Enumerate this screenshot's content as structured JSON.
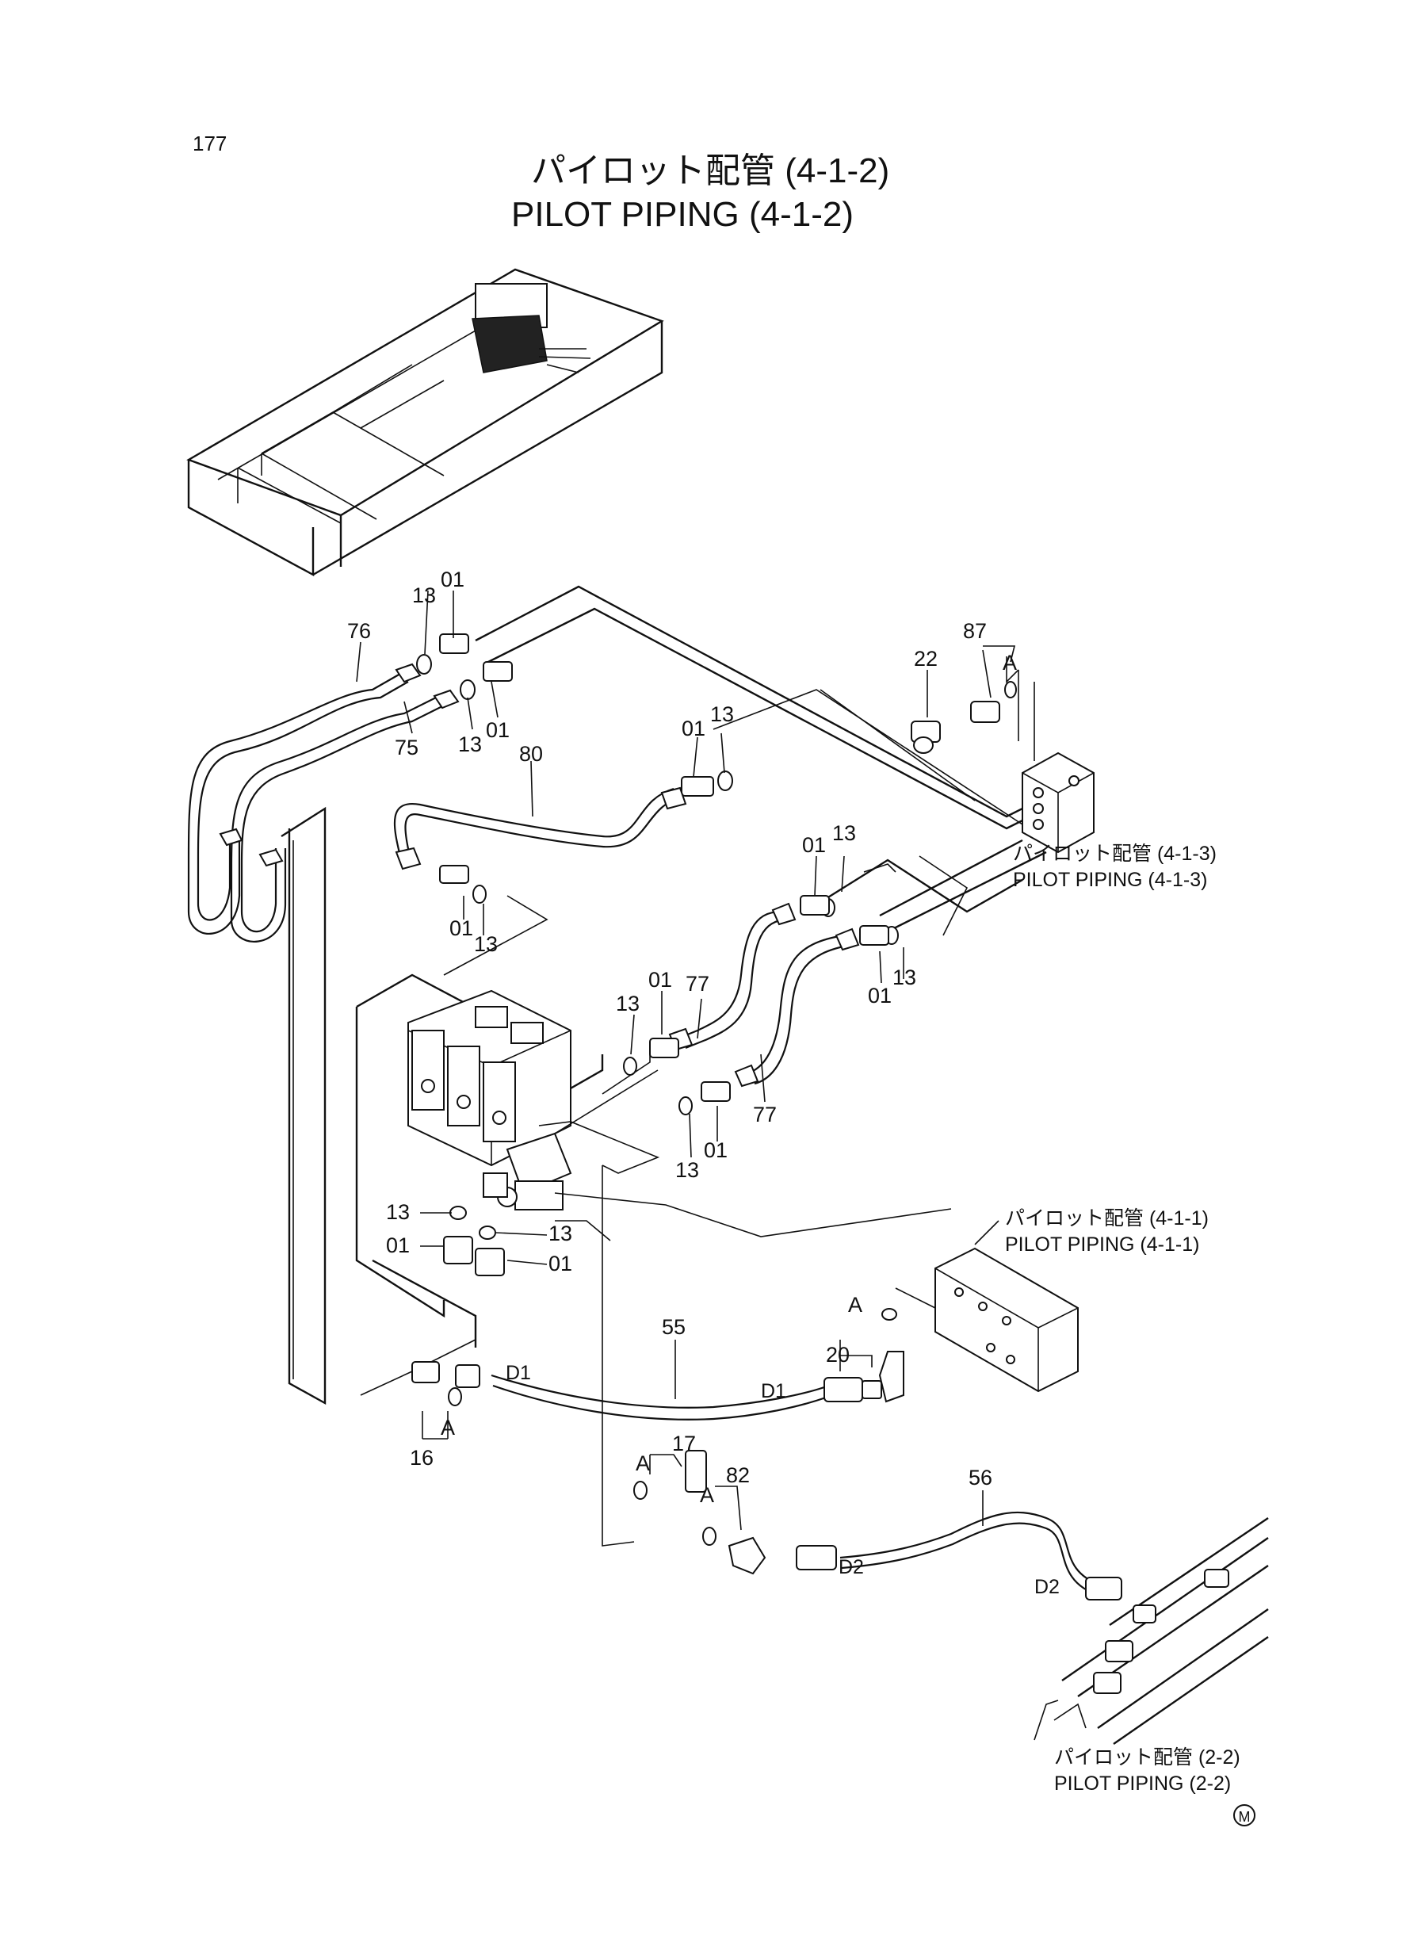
{
  "page_number": "177",
  "title_jp": "パイロット配管 (4-1-2)",
  "title_en": "PILOT PIPING (4-1-2)",
  "references": {
    "r413_jp": "パイロット配管 (4-1-3)",
    "r413_en": "PILOT PIPING (4-1-3)",
    "r411_jp": "パイロット配管 (4-1-1)",
    "r411_en": "PILOT PIPING (4-1-1)",
    "r22_jp": "パイロット配管 (2-2)",
    "r22_en": "PILOT PIPING (2-2)"
  },
  "part_labels": {
    "p76": "76",
    "p75": "75",
    "p80": "80",
    "p22": "22",
    "p87": "87",
    "p77a": "77",
    "p77b": "77",
    "p55": "55",
    "p56": "56",
    "p20": "20",
    "p16": "16",
    "p17": "17",
    "p82": "82",
    "p01a": "01",
    "p01b": "01",
    "p01c": "01",
    "p01d": "01",
    "p01e": "01",
    "p01f": "01",
    "p01g": "01",
    "p01h": "01",
    "p01i": "01",
    "p01j": "01",
    "p13a": "13",
    "p13b": "13",
    "p13c": "13",
    "p13d": "13",
    "p13e": "13",
    "p13f": "13",
    "p13g": "13",
    "p13h": "13",
    "p13i": "13",
    "p13j": "13",
    "A1": "A",
    "A2": "A",
    "A3": "A",
    "A4": "A",
    "A5": "A",
    "D1a": "D1",
    "D1b": "D1",
    "D2a": "D2",
    "D2b": "D2"
  },
  "maker_mark": "M"
}
